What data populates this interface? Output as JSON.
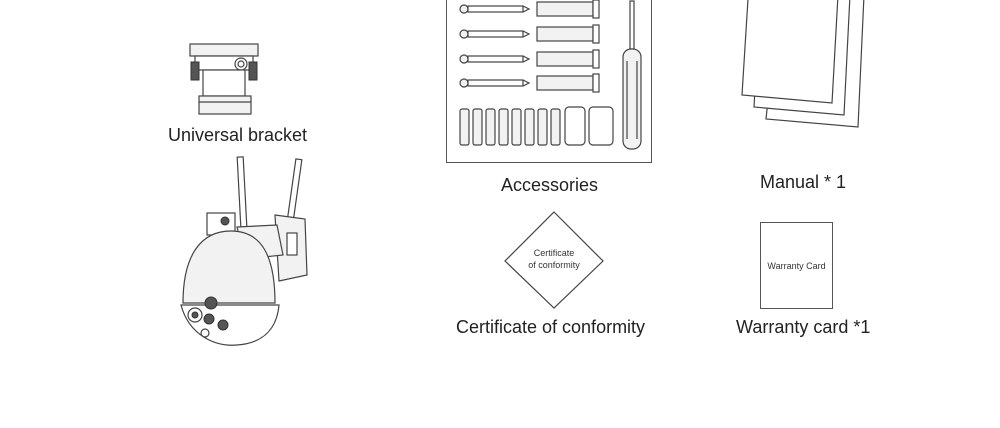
{
  "items": {
    "bracket": {
      "caption": "Universal bracket",
      "icon": "bracket-icon"
    },
    "camera": {
      "icon": "camera-icon"
    },
    "accessories": {
      "caption": "Accessories",
      "icon": "accessories-icon"
    },
    "certificate": {
      "caption": "Certificate of conformity",
      "label_line1": "Certificate",
      "label_line2": "of conformity",
      "icon": "certificate-icon"
    },
    "manual": {
      "caption": "Manual * 1",
      "icon": "manual-icon"
    },
    "warranty": {
      "caption": "Warranty card *1",
      "label": "Warranty Card",
      "icon": "warranty-card-icon"
    }
  }
}
